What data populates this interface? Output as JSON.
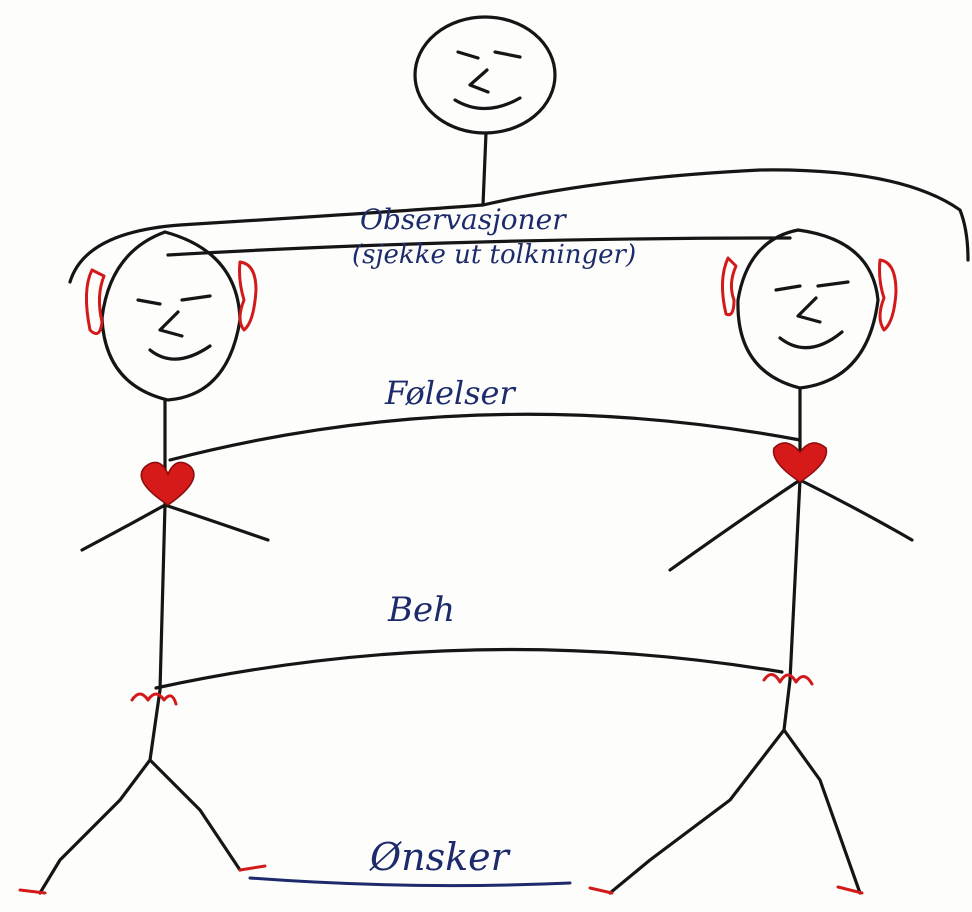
{
  "diagram": {
    "labels": {
      "observations": "Observasjoner",
      "interpretations": "(sjekke ut tolkninger)",
      "feelings": "Følelser",
      "behavior": "Beh",
      "wishes": "Ønsker"
    },
    "figures": [
      "observer",
      "person-left",
      "person-right"
    ],
    "colors": {
      "ink": "#151515",
      "line": "#1d2a6b",
      "accent": "#d21a1a"
    }
  }
}
